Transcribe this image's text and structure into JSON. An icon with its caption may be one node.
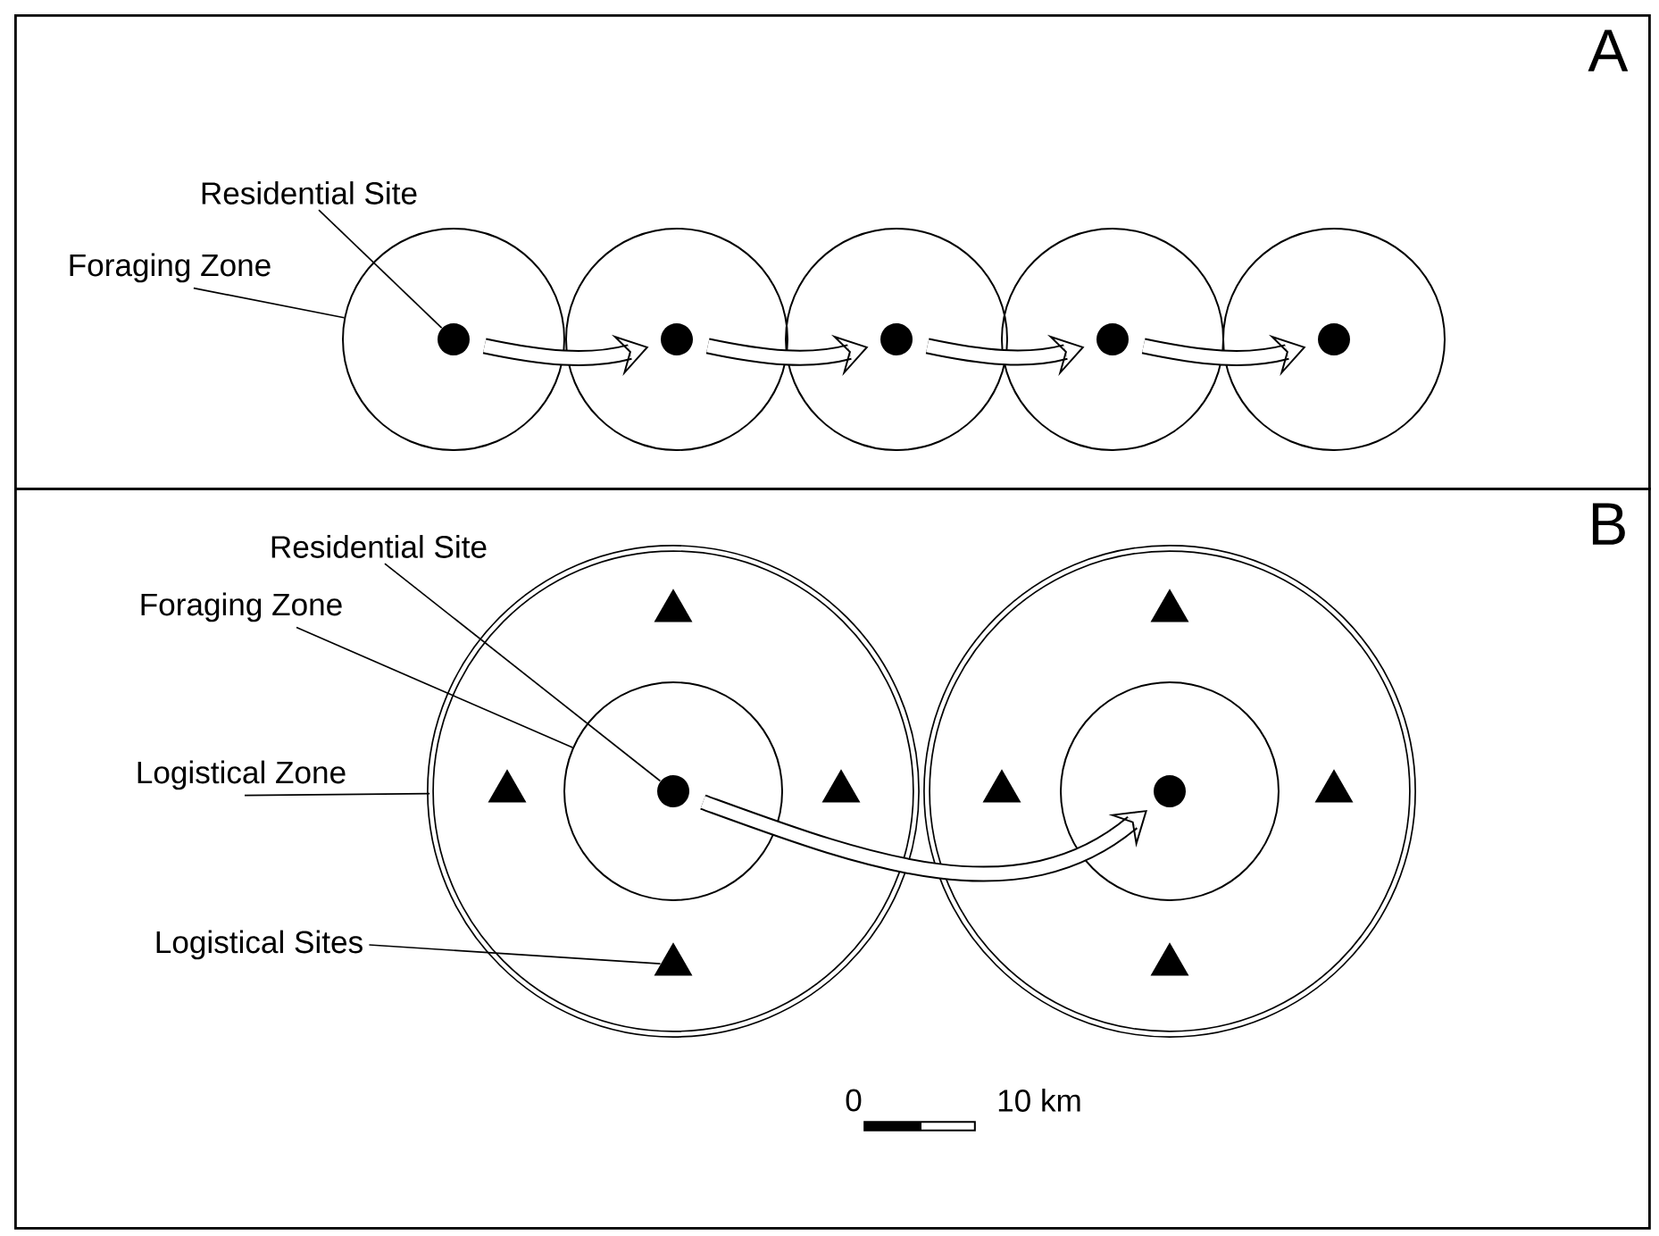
{
  "diagram": {
    "nodes": [
      {
        "text": [
          "A"
        ]
      },
      {
        "text": [
          "Residential Site"
        ],
        "in": 0
      },
      {
        "text": [
          "Foraging Zone"
        ],
        "in": 0
      },
      {
        "text": [],
        "shape": "circle",
        "in": 0
      },
      {
        "text": [],
        "shape": "circle",
        "in": 0
      },
      {
        "text": [],
        "shape": "circle",
        "in": 0
      },
      {
        "text": [],
        "shape": "circle",
        "in": 0
      },
      {
        "text": [],
        "shape": "circle",
        "in": 0
      },
      {
        "text": [],
        "shape": "circle",
        "in": 3
      },
      {
        "text": [],
        "shape": "circle",
        "in": 4
      },
      {
        "text": [],
        "shape": "circle",
        "in": 5
      },
      {
        "text": [],
        "shape": "circle",
        "in": 6
      },
      {
        "text": [],
        "shape": "circle",
        "in": 7
      },
      {
        "text": [
          "B"
        ]
      },
      {
        "text": [
          "Residential Site"
        ],
        "in": 13
      },
      {
        "text": [
          "Foraging Zone"
        ],
        "in": 13
      },
      {
        "text": [
          "Logistical Zone"
        ],
        "in": 13
      },
      {
        "text": [
          "Logistical Sites"
        ],
        "in": 13
      },
      {
        "text": [],
        "shape": "circle",
        "in": 13
      },
      {
        "text": [],
        "shape": "circle",
        "in": 13
      },
      {
        "text": [],
        "shape": "circle",
        "in": 18
      },
      {
        "text": [],
        "shape": "circle",
        "in": 19
      },
      {
        "text": [],
        "shape": "circle",
        "in": 20
      },
      {
        "text": [],
        "shape": "circle",
        "in": 21
      },
      {
        "text": [],
        "shape": "triangle",
        "in": 18
      },
      {
        "text": [],
        "shape": "triangle",
        "in": 18
      },
      {
        "text": [],
        "shape": "triangle",
        "in": 18
      },
      {
        "text": [],
        "shape": "triangle",
        "in": 18
      },
      {
        "text": [],
        "shape": "triangle",
        "in": 19
      },
      {
        "text": [],
        "shape": "triangle",
        "in": 19
      },
      {
        "text": [],
        "shape": "triangle",
        "in": 19
      },
      {
        "text": [],
        "shape": "triangle",
        "in": 19
      }
    ],
    "edges": [
      {
        "from": 1,
        "to": 8,
        "arrow": "none"
      },
      {
        "from": 2,
        "to": 3,
        "arrow": "none"
      },
      {
        "from": 8,
        "to": 9,
        "arrow": "to",
        "style": "thick"
      },
      {
        "from": 9,
        "to": 10,
        "arrow": "to",
        "style": "thick"
      },
      {
        "from": 10,
        "to": 11,
        "arrow": "to",
        "style": "thick"
      },
      {
        "from": 11,
        "to": 12,
        "arrow": "to",
        "style": "thick"
      },
      {
        "from": 14,
        "to": 22,
        "arrow": "none"
      },
      {
        "from": 15,
        "to": 20,
        "arrow": "none"
      },
      {
        "from": 16,
        "to": 18,
        "arrow": "none"
      },
      {
        "from": 17,
        "to": 27,
        "arrow": "none"
      },
      {
        "from": 22,
        "to": 23,
        "arrow": "to",
        "style": "thick"
      }
    ],
    "labels": [
      "0",
      "10 km"
    ]
  }
}
